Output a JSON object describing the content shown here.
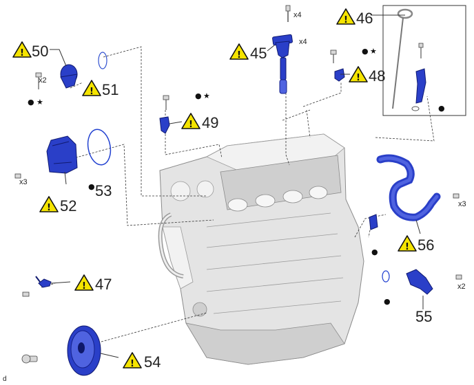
{
  "callouts": {
    "c45": "45",
    "c46": "46",
    "c47": "47",
    "c48": "48",
    "c49": "49",
    "c50": "50",
    "c51": "51",
    "c52": "52",
    "c53": "53",
    "c54": "54",
    "c55": "55",
    "c56": "56"
  },
  "quantities": {
    "x4_top": "x4",
    "x4_coil": "x4",
    "x2_50": "x2",
    "x3_52": "x3",
    "x3_56": "x3",
    "x2_55": "x2"
  },
  "marks": {
    "dot": "●",
    "star": "★"
  },
  "corner_label": "d",
  "icons": {
    "warning": "warning-triangle-icon",
    "bolt": "bolt-icon",
    "o_ring": "o-ring-icon"
  },
  "colors": {
    "part_blue": "#2a3fc8",
    "warning_yellow": "#f5e400",
    "engine_grey": "#e4e4e4"
  }
}
